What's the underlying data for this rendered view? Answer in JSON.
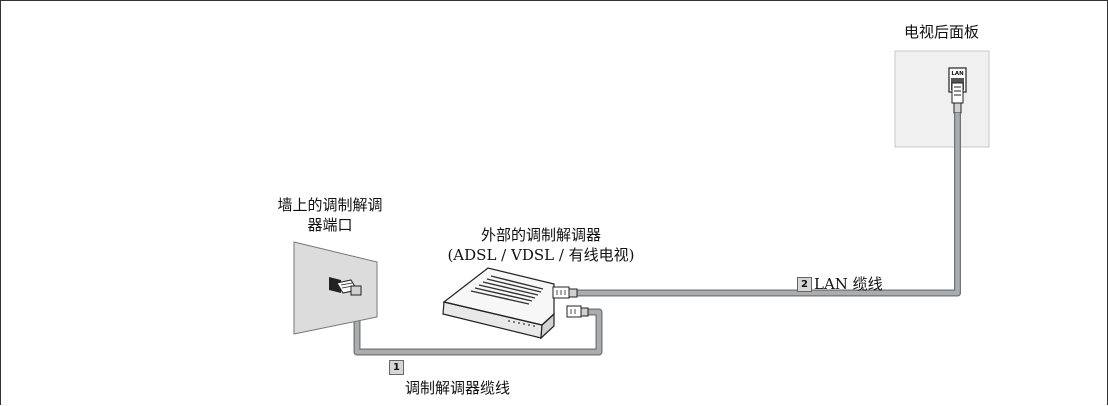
{
  "labels": {
    "tv_back_panel": "电视后面板",
    "wall_port_line1": "墙上的调制解调",
    "wall_port_line2": "器端口",
    "external_modem_line1": "外部的调制解调器",
    "external_modem_line2": "(ADSL / VDSL / 有线电视)",
    "tv_port": "LAN"
  },
  "cables": {
    "modem_cable": {
      "number": "1",
      "label": "调制解调器缆线"
    },
    "lan_cable": {
      "number": "2",
      "label": "LAN 缆线"
    }
  },
  "colors": {
    "cable": "#a9adb0",
    "cable_edge": "#6f7376",
    "wall_panel": "#dcdcdc",
    "tv_panel": "#f0f0f0",
    "frame": "#333333"
  }
}
